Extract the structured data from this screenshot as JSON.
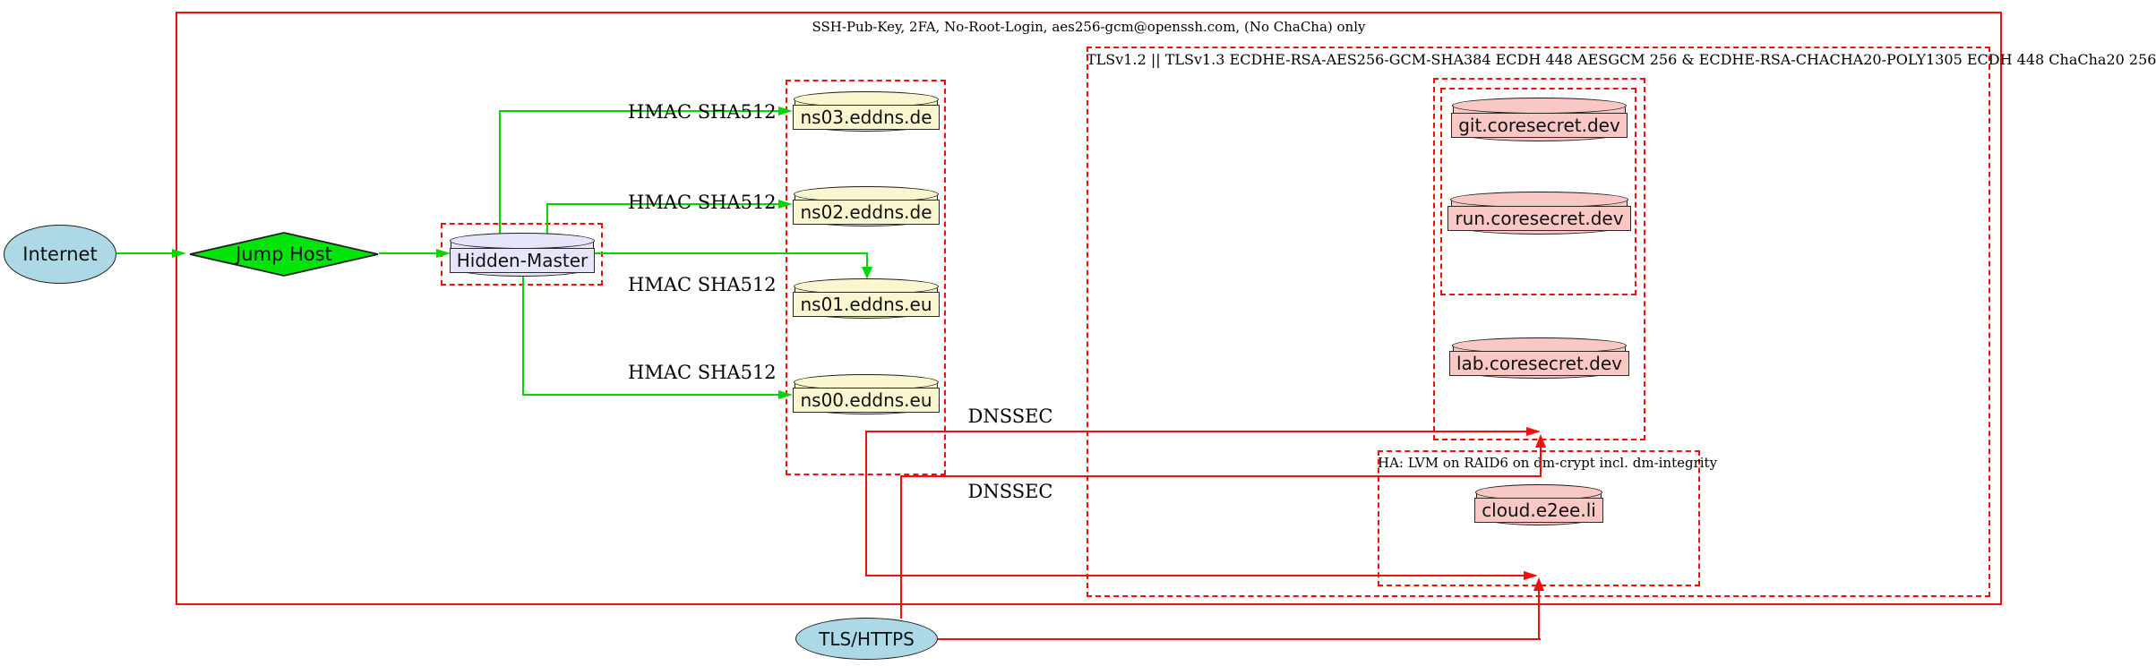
{
  "diagram": {
    "type": "network-security-topology",
    "clusters": {
      "ssh": {
        "label": "SSH-Pub-Key, 2FA, No-Root-Login, aes256-gcm@openssh.com, (No ChaCha) only",
        "border": "solid-red"
      },
      "tls": {
        "label": "TLSv1.2 || TLSv1.3 ECDHE-RSA-AES256-GCM-SHA384 ECDH 448 AESGCM 256 & ECDHE-RSA-CHACHA20-POLY1305 ECDH 448 ChaCha20 256",
        "border": "dashed-red"
      },
      "ha": {
        "label": "HA: LVM on RAID6 on dm-crypt incl. dm-integrity",
        "border": "dashed-red"
      },
      "nameservers": {
        "label": "",
        "border": "dashed-red"
      },
      "coresecret_outer": {
        "label": "",
        "border": "dashed-red"
      },
      "coresecret_inner": {
        "label": "",
        "border": "dashed-red"
      },
      "hidden_master_box": {
        "label": "",
        "border": "dashed-red"
      }
    },
    "nodes": {
      "internet": {
        "label": "Internet",
        "shape": "ellipse",
        "fill": "#add8e6"
      },
      "jump_host": {
        "label": "Jump Host",
        "shape": "diamond",
        "fill": "#00e409"
      },
      "hidden_master": {
        "label": "Hidden-Master",
        "shape": "cylinder",
        "fill": "#e6e6fa"
      },
      "ns03": {
        "label": "ns03.eddns.de",
        "shape": "cylinder",
        "fill": "#faf7d0"
      },
      "ns02": {
        "label": "ns02.eddns.de",
        "shape": "cylinder",
        "fill": "#faf7d0"
      },
      "ns01": {
        "label": "ns01.eddns.eu",
        "shape": "cylinder",
        "fill": "#faf7d0"
      },
      "ns00": {
        "label": "ns00.eddns.eu",
        "shape": "cylinder",
        "fill": "#faf7d0"
      },
      "git": {
        "label": "git.coresecret.dev",
        "shape": "cylinder",
        "fill": "#f9c8c4"
      },
      "run": {
        "label": "run.coresecret.dev",
        "shape": "cylinder",
        "fill": "#f9c8c4"
      },
      "lab": {
        "label": "lab.coresecret.dev",
        "shape": "cylinder",
        "fill": "#f9c8c4"
      },
      "cloud": {
        "label": "cloud.e2ee.li",
        "shape": "cylinder",
        "fill": "#f9c8c4"
      },
      "tls_https": {
        "label": "TLS/HTTPS",
        "shape": "ellipse",
        "fill": "#add8e6"
      }
    },
    "edges": [
      {
        "from": "internet",
        "to": "jump_host",
        "label": "",
        "color": "green"
      },
      {
        "from": "jump_host",
        "to": "hidden_master",
        "label": "",
        "color": "green"
      },
      {
        "from": "hidden_master",
        "to": "ns03",
        "label": "HMAC SHA512",
        "color": "green"
      },
      {
        "from": "hidden_master",
        "to": "ns02",
        "label": "HMAC SHA512",
        "color": "green"
      },
      {
        "from": "hidden_master",
        "to": "ns01",
        "label": "HMAC SHA512",
        "color": "green"
      },
      {
        "from": "hidden_master",
        "to": "ns00",
        "label": "HMAC SHA512",
        "color": "green"
      },
      {
        "from": "nameservers",
        "to": "coresecret_outer",
        "label": "DNSSEC",
        "color": "red"
      },
      {
        "from": "nameservers",
        "to": "ha",
        "label": "DNSSEC",
        "color": "red"
      },
      {
        "from": "tls_https",
        "to": "coresecret_outer",
        "label": "",
        "color": "red"
      },
      {
        "from": "tls_https",
        "to": "ha",
        "label": "",
        "color": "red"
      }
    ],
    "colors": {
      "edge_green": "#00d600",
      "edge_red": "#f30d0d",
      "cluster_red": "#f30d0d",
      "node_stroke": "#1e1e1e",
      "fill_lightblue": "#add8e6",
      "fill_green": "#00e409",
      "fill_lavender": "#e6e6fa",
      "fill_lightyellow": "#faf7d0",
      "fill_pink": "#f9c8c4"
    }
  }
}
